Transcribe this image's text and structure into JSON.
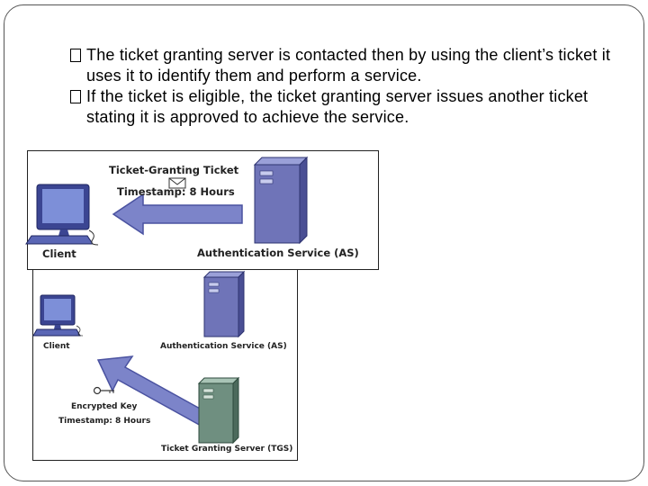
{
  "bullets": [
    "The ticket granting server is contacted then by using the client’s ticket it uses it to identify them and perform a service.",
    "If the ticket is eligible, the ticket granting server issues another ticket stating it is approved to achieve the service."
  ],
  "diagram_top": {
    "ticket_label": "Ticket-Granting Ticket",
    "timestamp": "Timestamp: 8 Hours",
    "client_label": "Client",
    "server_label": "Authentication Service (AS)",
    "icons": [
      "computer-icon",
      "envelope-icon",
      "server-icon",
      "arrow-left"
    ]
  },
  "diagram_bottom": {
    "client_label": "Client",
    "as_label": "Authentication Service (AS)",
    "key_label": "Encrypted Key",
    "timestamp": "Timestamp: 8 Hours",
    "tgs_label": "Ticket Granting Server (TGS)",
    "icons": [
      "computer-icon",
      "key-icon",
      "server-icon",
      "arrow-up-right"
    ]
  },
  "colors": {
    "as_server": "#6f74b8",
    "tgs_server": "#6f8f80",
    "arrow": "#7c84c9",
    "monitor": "#4a55a8"
  }
}
